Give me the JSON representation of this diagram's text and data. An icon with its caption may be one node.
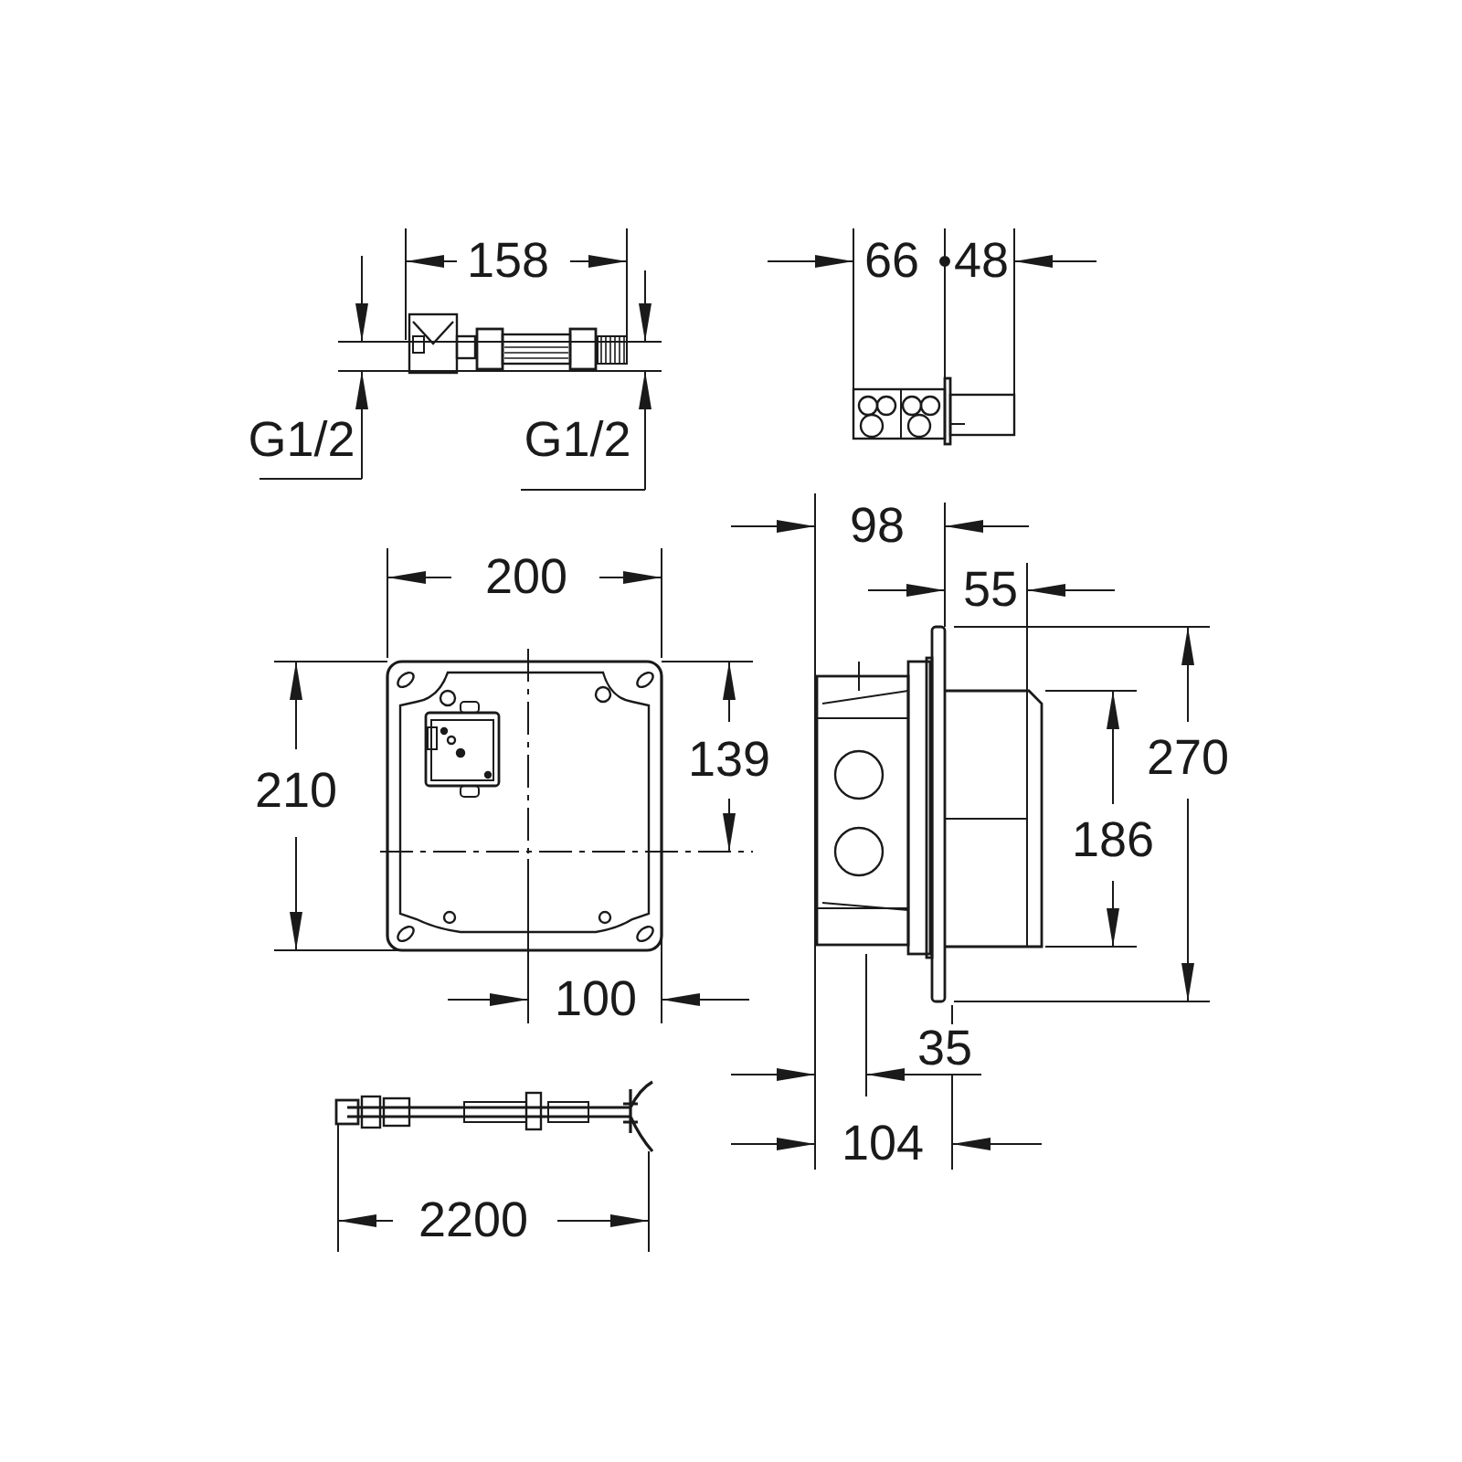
{
  "diagram": {
    "labels": [
      "158",
      "66",
      "48",
      "G1/2",
      "G1/2",
      "98",
      "200",
      "55",
      "210",
      "139",
      "270",
      "186",
      "100",
      "35",
      "104",
      "2200"
    ]
  }
}
